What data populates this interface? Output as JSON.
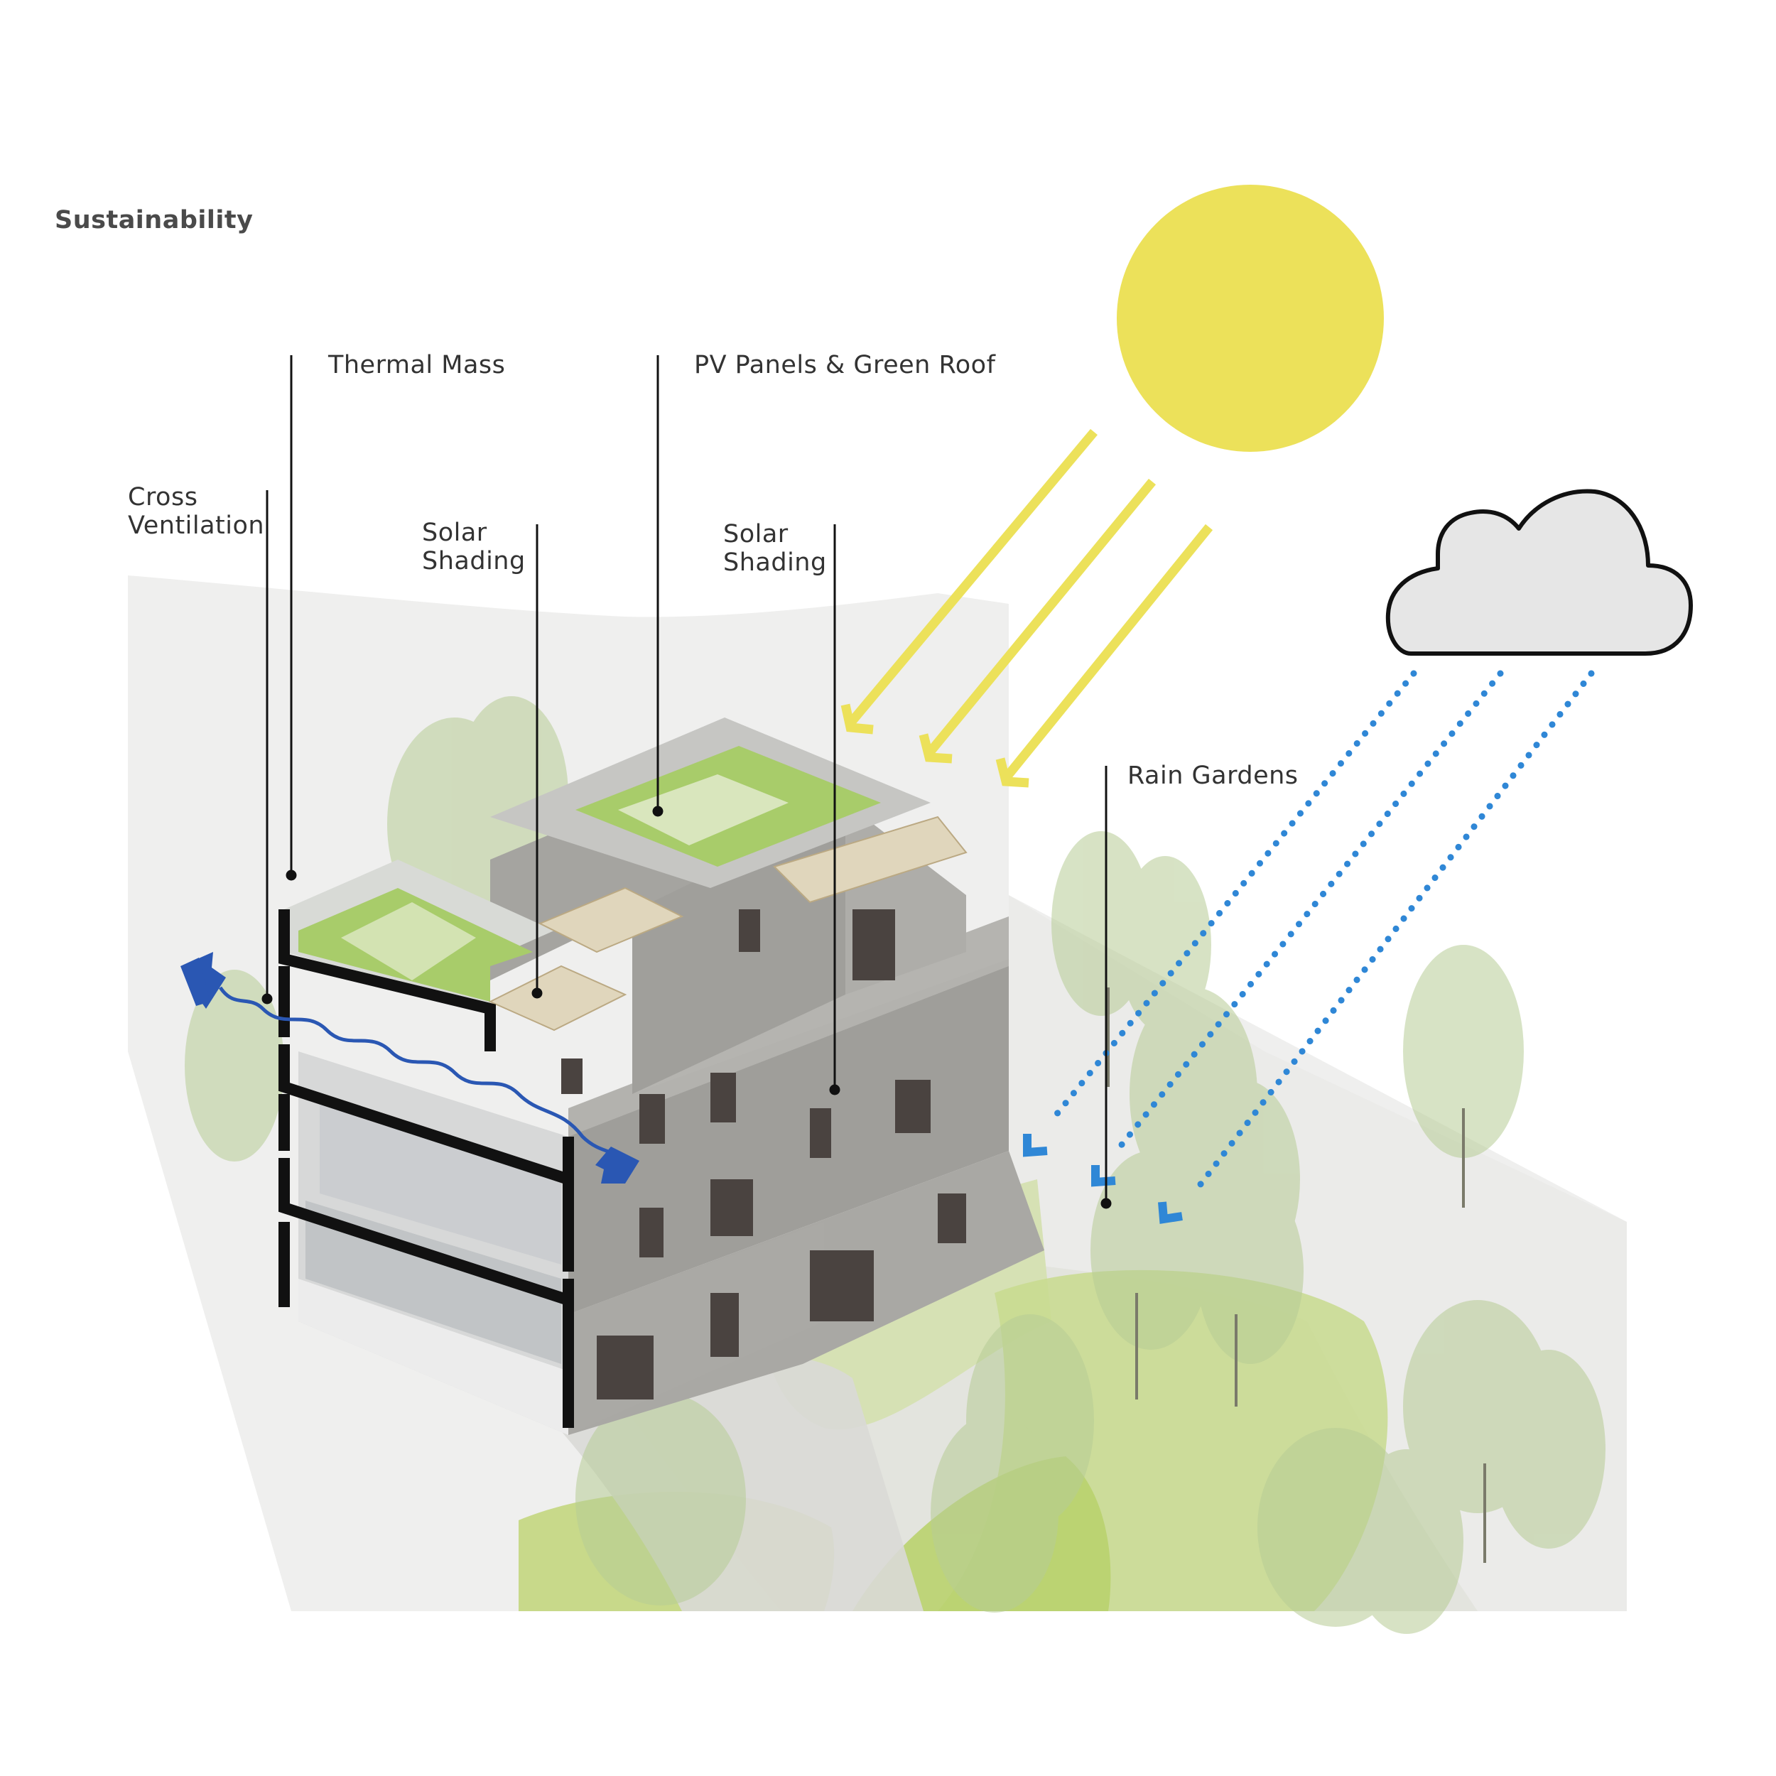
{
  "title": "Sustainability",
  "callouts": {
    "thermal_mass": "Thermal Mass",
    "pv_green_roof": "PV Panels & Green Roof",
    "cross_ventilation": [
      "Cross",
      "Ventilation"
    ],
    "solar_shading_left": [
      "Solar",
      "Shading"
    ],
    "solar_shading_right": [
      "Solar",
      "Shading"
    ],
    "rain_gardens": "Rain Gardens"
  },
  "icons": {
    "sun": "sun-icon",
    "cloud": "cloud-icon",
    "sun_rays": "sunlight-arrow-icon",
    "rain": "rain-arrow-icon",
    "airflow": "airflow-arrow-icon"
  },
  "colors": {
    "sun": "#ece15a",
    "cloud_fill": "#e6e6e6",
    "rain": "#2f87d6",
    "airflow": "#2a57b3",
    "green_roof": "#a8cc6a",
    "brick": "#a3a29e",
    "ground_green": "#c8da8e",
    "path": "#cfcfcb",
    "leader": "#111111"
  }
}
